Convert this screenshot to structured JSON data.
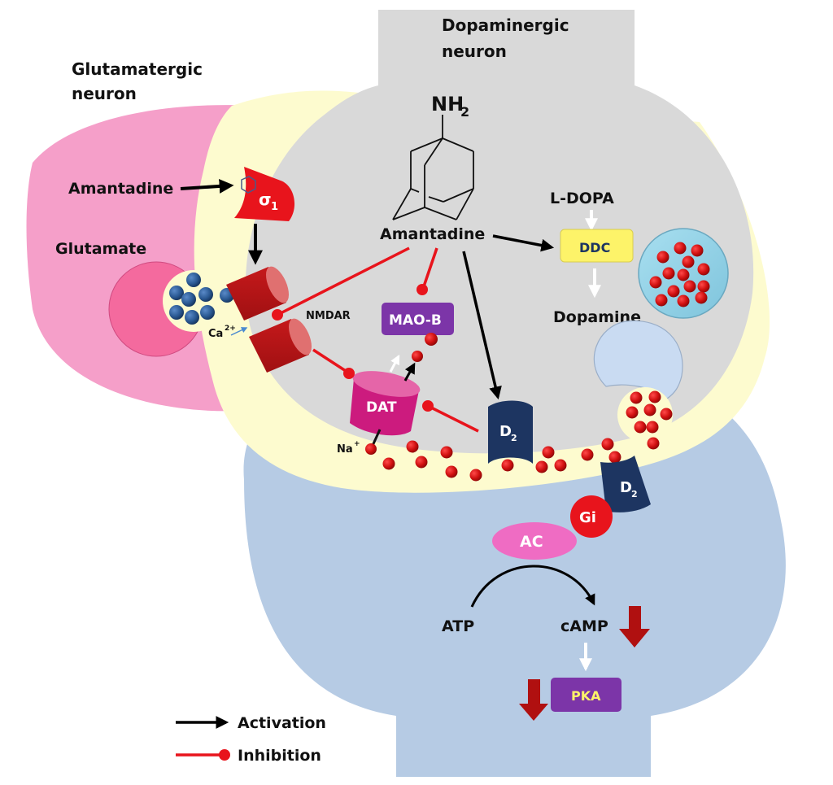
{
  "title_glutamatergic": [
    "Glutamatergic",
    "neuron"
  ],
  "title_dopaminergic": [
    "Dopaminergic",
    "neuron"
  ],
  "colors": {
    "glutamatergic_neuron": "#f59fc9",
    "dopaminergic_neuron": "#d9d9d9",
    "synaptic_cleft": "#fdfbcf",
    "postsynaptic_neuron": "#b6cbe4",
    "activation": "#000000",
    "inhibition": "#e8141c",
    "nmdar": "#b81416",
    "sigma1": "#e8141c",
    "glutamate_particle": "#2b5a94",
    "dopamine_particle": "#cc1212",
    "dat": "#cc1b7e",
    "mao_b": "#7c35a8",
    "ddc": "#fdf369",
    "d2": "#1d3561",
    "gi": "#e8141c",
    "ac": "#ef6cc3",
    "pka": "#7c35a8",
    "decrease_arrow": "#b01010"
  },
  "labels": {
    "amantadine_left": "Amantadine",
    "sigma": "σ",
    "sigma_sub": "1",
    "glutamate": "Glutamate",
    "calcium": "Ca",
    "calcium_sup": "2+",
    "nmdar": "NMDAR",
    "nh2": "NH",
    "nh2_sub": "2",
    "amantadine_center": "Amantadine",
    "l_dopa": "L-DOPA",
    "ddc": "DDC",
    "dopamine": "Dopamine",
    "mao_b": "MAO-B",
    "dat": "DAT",
    "sodium": "Na",
    "sodium_sup": "+",
    "d2_pre": "D",
    "d2_post": "D",
    "d2_sub": "2",
    "gi": "Gi",
    "ac": "AC",
    "atp": "ATP",
    "camp": "cAMP",
    "pka": "PKA"
  },
  "legend": [
    {
      "type": "activation",
      "label": "Activation"
    },
    {
      "type": "inhibition",
      "label": "Inhibition"
    }
  ]
}
